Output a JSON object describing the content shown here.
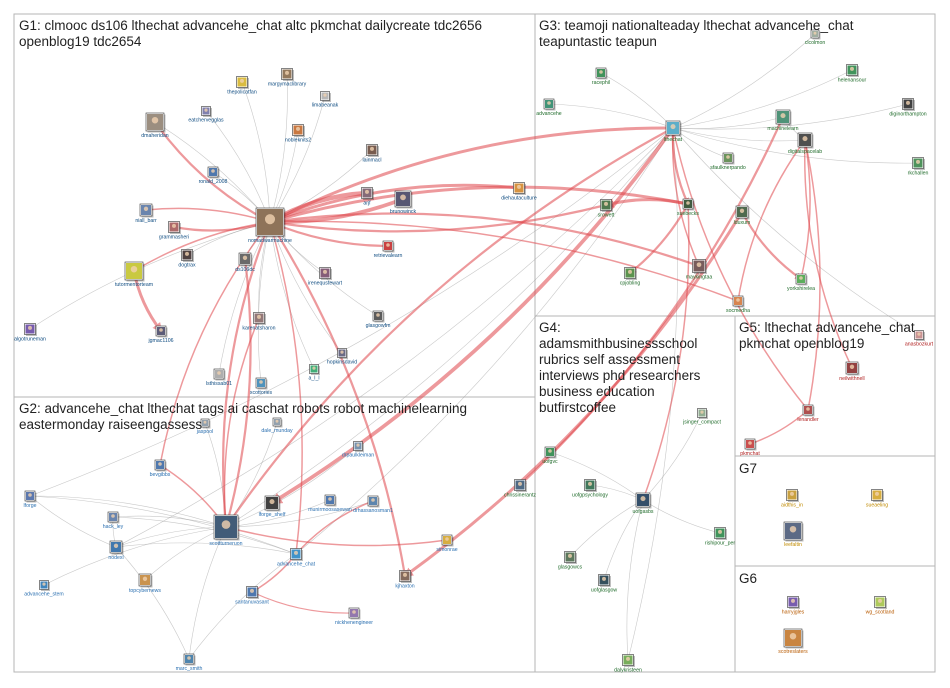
{
  "groups": [
    {
      "id": "G1",
      "lines": [
        "G1: clmooc ds106 lthechat advancehe_chat altc pkmchat dailycreate tdc2656",
        "openblog19 tdc2654"
      ],
      "label_color": "#0f4c81"
    },
    {
      "id": "G2",
      "lines": [
        "G2: advancehe_chat lthechat tags ai caschat robots robot machinelearning",
        "eastermonday raiseengassess"
      ],
      "label_color": "#2a6fb0"
    },
    {
      "id": "G3",
      "lines": [
        "G3: teamoji nationalteaday lthechat advancehe_chat",
        "teapuntastic teapun"
      ],
      "label_color": "#1f6b2a"
    },
    {
      "id": "G4",
      "lines": [
        "G4:",
        "adamsmithbusinessschool",
        "rubrics self assessment",
        "interviews phd researchers",
        "business education",
        "butfirstcoffee"
      ],
      "label_color": "#1f6b2a"
    },
    {
      "id": "G5",
      "lines": [
        "G5: lthechat advancehe_chat",
        "pkmchat openblog19"
      ],
      "label_color": "#b02020"
    },
    {
      "id": "G7",
      "lines": [
        "G7"
      ],
      "label_color": "#c08a00"
    },
    {
      "id": "G6",
      "lines": [
        "G6"
      ],
      "label_color": "#b85a00"
    }
  ],
  "nodes": [
    {
      "id": "nomadwarmachine",
      "label": "nomadwarmachine",
      "g": "G1",
      "icon": "avatar-icon",
      "color": "#7a5a3c"
    },
    {
      "id": "dmaheridan",
      "label": "dmaheridan",
      "g": "G1",
      "icon": "avatar-icon",
      "color": "#8a7a6a"
    },
    {
      "id": "thepolicatfan",
      "label": "thepolicatfan",
      "g": "G1",
      "icon": "avatar-icon",
      "color": "#d4b020"
    },
    {
      "id": "margymaclibrary",
      "label": "margymaclibrary",
      "g": "G1",
      "icon": "avatar-icon",
      "color": "#806040"
    },
    {
      "id": "limabeanak",
      "label": "limabeanak",
      "g": "G1",
      "icon": "avatar-icon",
      "color": "#aaaaaa"
    },
    {
      "id": "eatchervegglas",
      "label": "eatchervegglas",
      "g": "G1",
      "icon": "avatar-icon",
      "color": "#6a6aa0"
    },
    {
      "id": "nobleknits2",
      "label": "nobleknits2",
      "g": "G1",
      "icon": "avatar-icon",
      "color": "#c06020"
    },
    {
      "id": "ronald_2008",
      "label": "ronald_2008",
      "g": "G1",
      "icon": "avatar-icon",
      "color": "#3060a0"
    },
    {
      "id": "lainmacl",
      "label": "lainmacl",
      "g": "G1",
      "icon": "avatar-icon",
      "color": "#604030"
    },
    {
      "id": "niall_barr",
      "label": "niall_barr",
      "g": "G1",
      "icon": "avatar-icon",
      "color": "#5070a0"
    },
    {
      "id": "grammasheri",
      "label": "grammasheri",
      "g": "G1",
      "icon": "avatar-icon",
      "color": "#a05050"
    },
    {
      "id": "tutormentorteam",
      "label": "tutormentorteam",
      "g": "G1",
      "icon": "avatar-icon",
      "color": "#c0c020"
    },
    {
      "id": "dogtrax",
      "label": "dogtrax",
      "g": "G1",
      "icon": "avatar-icon",
      "color": "#302020"
    },
    {
      "id": "jgmac1106",
      "label": "jgmac1106",
      "g": "G1",
      "icon": "avatar-icon",
      "color": "#404060"
    },
    {
      "id": "algotruneman",
      "label": "algotruneman",
      "g": "G1",
      "icon": "avatar-icon",
      "color": "#6040a0"
    },
    {
      "id": "ds106dc",
      "label": "ds106dc",
      "g": "G1",
      "icon": "avatar-icon",
      "color": "#505050"
    },
    {
      "id": "karenatsharon",
      "label": "karenatsharon",
      "g": "G1",
      "icon": "avatar-icon",
      "color": "#806060"
    },
    {
      "id": "lsthissab01",
      "label": "lsthissab01",
      "g": "G1",
      "icon": "avatar-icon",
      "color": "#a0a0a0"
    },
    {
      "id": "xcottories",
      "label": "xcottories",
      "g": "G1",
      "icon": "avatar-icon",
      "color": "#3080b0"
    },
    {
      "id": "a_l_l",
      "label": "a_l_l",
      "g": "G1",
      "icon": "avatar-icon",
      "color": "#20a060"
    },
    {
      "id": "hopkinsdavid",
      "label": "hopkinsdavid",
      "g": "G1",
      "icon": "avatar-icon",
      "color": "#505070"
    },
    {
      "id": "glasgowfm",
      "label": "glasgowfm",
      "g": "G1",
      "icon": "avatar-icon",
      "color": "#404040"
    },
    {
      "id": "irenequstewart",
      "label": "irenequstewart",
      "g": "G1",
      "icon": "avatar-icon",
      "color": "#704060"
    },
    {
      "id": "retrievalearn",
      "label": "retrievalearn",
      "g": "G1",
      "icon": "avatar-icon",
      "color": "#c02020"
    },
    {
      "id": "brunowinck",
      "label": "brunowinck",
      "g": "G1",
      "icon": "avatar-icon",
      "color": "#3a3a5a"
    },
    {
      "id": "arjf",
      "label": "arjf",
      "g": "G1",
      "icon": "avatar-icon",
      "color": "#705060"
    },
    {
      "id": "diehautaculture",
      "label": "diehautaculture",
      "g": "G1",
      "icon": "avatar-icon",
      "color": "#d08020"
    },
    {
      "id": "bevgibbs",
      "label": "bevgibbs",
      "g": "G2",
      "icon": "avatar-icon",
      "color": "#3060a0"
    },
    {
      "id": "lforge",
      "label": "lforge",
      "g": "G2",
      "icon": "avatar-icon",
      "color": "#4060a0"
    },
    {
      "id": "hack_ley",
      "label": "hack_ley",
      "g": "G2",
      "icon": "avatar-icon",
      "color": "#5070a0"
    },
    {
      "id": "nodexl",
      "label": "nodexl",
      "g": "G2",
      "icon": "avatar-icon",
      "color": "#2060a0"
    },
    {
      "id": "advancehe_stem",
      "label": "advancehe_stem",
      "g": "G2",
      "icon": "avatar-icon",
      "color": "#2070b0"
    },
    {
      "id": "topcybernews",
      "label": "topcybernews",
      "g": "G2",
      "icon": "avatar-icon",
      "color": "#c08030"
    },
    {
      "id": "marc_smith",
      "label": "marc_smith",
      "g": "G2",
      "icon": "avatar-icon",
      "color": "#3070a0"
    },
    {
      "id": "scottturneruon",
      "label": "scottturneruon",
      "g": "G2",
      "icon": "avatar-icon",
      "color": "#204060"
    },
    {
      "id": "lforge_shelf",
      "label": "lforge_shelf",
      "g": "G2",
      "icon": "avatar-icon",
      "color": "#202020"
    },
    {
      "id": "munirmoosasewan",
      "label": "munirmoosasewan",
      "g": "G2",
      "icon": "avatar-icon",
      "color": "#3060a0"
    },
    {
      "id": "drhassanosman1",
      "label": "drhassanosman1",
      "g": "G2",
      "icon": "avatar-icon",
      "color": "#4070a0"
    },
    {
      "id": "advancehe_chat",
      "label": "advancehe_chat",
      "g": "G2",
      "icon": "avatar-icon",
      "color": "#2080c0"
    },
    {
      "id": "santanuvasant",
      "label": "santanuvasant",
      "g": "G2",
      "icon": "avatar-icon",
      "color": "#3060a0"
    },
    {
      "id": "simonrae",
      "label": "simonrae",
      "g": "G2",
      "icon": "avatar-icon",
      "color": "#d0a020"
    },
    {
      "id": "kjhaxton",
      "label": "kjhaxton",
      "g": "G2",
      "icon": "avatar-icon",
      "color": "#705040"
    },
    {
      "id": "nickhenengineer",
      "label": "nickhenengineer",
      "g": "G2",
      "icon": "avatar-icon",
      "color": "#8060a0"
    },
    {
      "id": "drpaulkleiman",
      "label": "drpaulkleiman",
      "g": "G2",
      "icon": "avatar-icon",
      "color": "#6080a0"
    },
    {
      "id": "dale_munday",
      "label": "dale_munday",
      "g": "G2",
      "icon": "avatar-icon",
      "color": "#8090a0"
    },
    {
      "id": "jaspool",
      "label": "jaspool",
      "g": "G2",
      "icon": "avatar-icon",
      "color": "#8090a0"
    },
    {
      "id": "racephi",
      "label": "racephil",
      "g": "G3",
      "icon": "avatar-icon",
      "color": "#208040"
    },
    {
      "id": "clcolmon",
      "label": "clcolmon",
      "g": "G3",
      "icon": "avatar-icon",
      "color": "#90a090"
    },
    {
      "id": "helenansour",
      "label": "helenansour",
      "g": "G3",
      "icon": "avatar-icon",
      "color": "#208040"
    },
    {
      "id": "advancehe",
      "label": "advancehe",
      "g": "G3",
      "icon": "avatar-icon",
      "color": "#208060"
    },
    {
      "id": "lthechat",
      "label": "lthechat",
      "g": "G3",
      "icon": "avatar-icon",
      "color": "#40a0c0"
    },
    {
      "id": "machinelearn",
      "label": "machinelearn",
      "g": "G3",
      "icon": "avatar-icon",
      "color": "#308060"
    },
    {
      "id": "digitalspacelab",
      "label": "digitalspacelab",
      "g": "G3",
      "icon": "avatar-icon",
      "color": "#303030"
    },
    {
      "id": "diginorthampton",
      "label": "diginorthampton",
      "g": "G3",
      "icon": "avatar-icon",
      "color": "#202020"
    },
    {
      "id": "rkchallen",
      "label": "rkchallen",
      "g": "G3",
      "icon": "avatar-icon",
      "color": "#308040"
    },
    {
      "id": "sfaulknerpando",
      "label": "sfaulknerpando",
      "g": "G3",
      "icon": "avatar-icon",
      "color": "#508040"
    },
    {
      "id": "srowett",
      "label": "srowett",
      "g": "G3",
      "icon": "avatar-icon",
      "color": "#306030"
    },
    {
      "id": "suebecks",
      "label": "suebecks",
      "g": "G3",
      "icon": "avatar-icon",
      "color": "#204020"
    },
    {
      "id": "lduxum",
      "label": "lduxum",
      "g": "G3",
      "icon": "avatar-icon",
      "color": "#305030"
    },
    {
      "id": "cpjobling",
      "label": "cpjobling",
      "g": "G3",
      "icon": "avatar-icon",
      "color": "#408030"
    },
    {
      "id": "maykingtaa",
      "label": "maykingtaa",
      "g": "G3",
      "icon": "avatar-icon",
      "color": "#604040"
    },
    {
      "id": "yorkshirelea",
      "label": "yorkshirelea",
      "g": "G3",
      "icon": "avatar-icon",
      "color": "#40a040"
    },
    {
      "id": "socmedha",
      "label": "socmedha",
      "g": "G3",
      "icon": "avatar-icon",
      "color": "#d07030"
    },
    {
      "id": "jsinger_compact",
      "label": "jsinger_compact",
      "g": "G4",
      "icon": "avatar-icon",
      "color": "#80a080"
    },
    {
      "id": "uofgvc",
      "label": "uofgvc",
      "g": "G4",
      "icon": "avatar-icon",
      "color": "#208040"
    },
    {
      "id": "chrissinerantz",
      "label": "chrissinerantz",
      "g": "G4",
      "icon": "avatar-icon",
      "color": "#305070"
    },
    {
      "id": "uofgpsychology",
      "label": "uofgpsychology",
      "g": "G4",
      "icon": "avatar-icon",
      "color": "#206040"
    },
    {
      "id": "uofgasbs",
      "label": "uofgasbs",
      "g": "G4",
      "icon": "avatar-icon",
      "color": "#103050"
    },
    {
      "id": "glasgowcs",
      "label": "glasgowcs",
      "g": "G4",
      "icon": "avatar-icon",
      "color": "#406040"
    },
    {
      "id": "uofglasgow",
      "label": "uofglasgow",
      "g": "G4",
      "icon": "avatar-icon",
      "color": "#103040"
    },
    {
      "id": "rishipour_per",
      "label": "rishipour_per",
      "g": "G4",
      "icon": "avatar-icon",
      "color": "#208040"
    },
    {
      "id": "dalykristeen",
      "label": "dalykristeen",
      "g": "G4",
      "icon": "avatar-icon",
      "color": "#60a040"
    },
    {
      "id": "neilwithnell",
      "label": "neilwithnell",
      "g": "G5",
      "icon": "avatar-icon",
      "color": "#802020"
    },
    {
      "id": "anasbozkurt",
      "label": "anasbozkurt",
      "g": "G5",
      "icon": "avatar-icon",
      "color": "#c08080"
    },
    {
      "id": "lenandler",
      "label": "lenandler",
      "g": "G5",
      "icon": "avatar-icon",
      "color": "#a03030"
    },
    {
      "id": "pkmchat",
      "label": "pkmchat",
      "g": "G5",
      "icon": "avatar-icon",
      "color": "#c03030"
    },
    {
      "id": "aidthis_in",
      "label": "aidthis_in",
      "g": "G7",
      "icon": "avatar-icon",
      "color": "#c09020"
    },
    {
      "id": "leefaltin",
      "label": "leefaltin",
      "g": "G7",
      "icon": "avatar-icon",
      "color": "#405070"
    },
    {
      "id": "sueaeling",
      "label": "sueaeling",
      "g": "G7",
      "icon": "avatar-icon",
      "color": "#d0a020"
    },
    {
      "id": "harryjgles",
      "label": "harryjgles",
      "g": "G6",
      "icon": "avatar-icon",
      "color": "#6040a0"
    },
    {
      "id": "wg_scotland",
      "label": "wg_scotland",
      "g": "G6",
      "icon": "avatar-icon",
      "color": "#a0c040"
    },
    {
      "id": "scotreslaters",
      "label": "scotreslaters",
      "g": "G6",
      "icon": "avatar-icon",
      "color": "#c07020"
    }
  ],
  "edges_red": [
    [
      "arjf",
      "nomadwarmachine",
      6
    ],
    [
      "brunowinck",
      "nomadwarmachine",
      5
    ],
    [
      "diehautaculture",
      "nomadwarmachine",
      4
    ],
    [
      "retrievalearn",
      "nomadwarmachine",
      3
    ],
    [
      "dmaheridan",
      "nomadwarmachine",
      3
    ],
    [
      "niall_barr",
      "nomadwarmachine",
      2
    ],
    [
      "grammasheri",
      "nomadwarmachine",
      3
    ],
    [
      "tutormentorteam",
      "nomadwarmachine",
      2
    ],
    [
      "tutormentorteam",
      "jgmac1106",
      4
    ],
    [
      "ds106dc",
      "scottturneruon",
      3
    ],
    [
      "nomadwarmachine",
      "scottturneruon",
      3
    ],
    [
      "nomadwarmachine",
      "advancehe_chat",
      2
    ],
    [
      "lthechat",
      "nomadwarmachine",
      4
    ],
    [
      "lthechat",
      "lforge_shelf",
      5
    ],
    [
      "lthechat",
      "scottturneruon",
      3
    ],
    [
      "srowett",
      "nomadwarmachine",
      3
    ],
    [
      "suebecks",
      "nomadwarmachine",
      4
    ],
    [
      "lduxum",
      "kjhaxton",
      4
    ],
    [
      "maykingtaa",
      "nomadwarmachine",
      3
    ],
    [
      "digitalspacelab",
      "yorkshirelea",
      2
    ],
    [
      "digitalspacelab",
      "neilwithnell",
      2
    ],
    [
      "digitalspacelab",
      "lenandler",
      2
    ],
    [
      "digitalspacelab",
      "socmedha",
      2
    ],
    [
      "machinelearn",
      "chrissinerantz",
      3
    ],
    [
      "suebecks",
      "srowett",
      4
    ],
    [
      "suebecks",
      "cpjobling",
      3
    ],
    [
      "lthechat",
      "lenandler",
      2
    ],
    [
      "lenandler",
      "pkmchat",
      2
    ],
    [
      "lduxum",
      "yorkshirelea",
      3
    ],
    [
      "advancehe_chat",
      "santanuvasant",
      2
    ],
    [
      "drhassanosman1",
      "advancehe_chat",
      2
    ],
    [
      "nomadwarmachine",
      "kjhaxton",
      3
    ],
    [
      "karenatsharon",
      "scottturneruon",
      2
    ],
    [
      "bevgibbs",
      "scottturneruon",
      2
    ],
    [
      "nomadwarmachine",
      "bevgibbs",
      2
    ],
    [
      "suebecks",
      "uofgasbs",
      2
    ],
    [
      "lthechat",
      "suebecks",
      3
    ],
    [
      "simonrae",
      "scottturneruon",
      2
    ],
    [
      "santanuvasant",
      "nickhenengineer",
      1.5
    ],
    [
      "nomadwarmachine",
      "socmedha",
      2
    ],
    [
      "lthechat",
      "maykingtaa",
      2
    ]
  ],
  "edges_light": [
    [
      "nomadwarmachine",
      "dmaheridan"
    ],
    [
      "nomadwarmachine",
      "thepolicatfan"
    ],
    [
      "nomadwarmachine",
      "margymaclibrary"
    ],
    [
      "nomadwarmachine",
      "limabeanak"
    ],
    [
      "nomadwarmachine",
      "eatchervegglas"
    ],
    [
      "nomadwarmachine",
      "nobleknits2"
    ],
    [
      "nomadwarmachine",
      "ronald_2008"
    ],
    [
      "nomadwarmachine",
      "lainmacl"
    ],
    [
      "nomadwarmachine",
      "dogtrax"
    ],
    [
      "nomadwarmachine",
      "algotruneman"
    ],
    [
      "nomadwarmachine",
      "ds106dc"
    ],
    [
      "nomadwarmachine",
      "karenatsharon"
    ],
    [
      "nomadwarmachine",
      "lsthissab01"
    ],
    [
      "nomadwarmachine",
      "xcottories"
    ],
    [
      "nomadwarmachine",
      "a_l_l"
    ],
    [
      "nomadwarmachine",
      "hopkinsdavid"
    ],
    [
      "nomadwarmachine",
      "glasgowfm"
    ],
    [
      "nomadwarmachine",
      "irenequstewart"
    ],
    [
      "scottturneruon",
      "lforge"
    ],
    [
      "scottturneruon",
      "hack_ley"
    ],
    [
      "scottturneruon",
      "nodexl"
    ],
    [
      "scottturneruon",
      "advancehe_stem"
    ],
    [
      "scottturneruon",
      "topcybernews"
    ],
    [
      "scottturneruon",
      "marc_smith"
    ],
    [
      "scottturneruon",
      "munirmoosasewan"
    ],
    [
      "scottturneruon",
      "drhassanosman1"
    ],
    [
      "scottturneruon",
      "drpaulkleiman"
    ],
    [
      "scottturneruon",
      "dale_munday"
    ],
    [
      "scottturneruon",
      "jaspool"
    ],
    [
      "lthechat",
      "racephi"
    ],
    [
      "lthechat",
      "clcolmon"
    ],
    [
      "lthechat",
      "helenansour"
    ],
    [
      "lthechat",
      "advancehe"
    ],
    [
      "lthechat",
      "machinelearn"
    ],
    [
      "lthechat",
      "digitalspacelab"
    ],
    [
      "lthechat",
      "diginorthampton"
    ],
    [
      "lthechat",
      "rkchallen"
    ],
    [
      "lthechat",
      "sfaulknerpando"
    ],
    [
      "machinelearn",
      "digitalspacelab"
    ],
    [
      "uofgasbs",
      "uofglasgow"
    ],
    [
      "uofgasbs",
      "uofgpsychology"
    ],
    [
      "uofgasbs",
      "glasgowcs"
    ],
    [
      "uofgasbs",
      "rishipour_per"
    ],
    [
      "uofgasbs",
      "dalykristeen"
    ],
    [
      "uofgasbs",
      "uofgvc"
    ],
    [
      "uofgasbs",
      "jsinger_compact"
    ],
    [
      "lthechat",
      "anasbozkurt"
    ],
    [
      "advancehe_chat",
      "lforge"
    ],
    [
      "advancehe_chat",
      "nodexl"
    ],
    [
      "advancehe_chat",
      "hack_ley"
    ],
    [
      "advancehe_chat",
      "marc_smith"
    ],
    [
      "lforge",
      "nodexl"
    ],
    [
      "hack_ley",
      "nodexl"
    ],
    [
      "marc_smith",
      "nodexl"
    ],
    [
      "dalykristeen",
      "lthechat"
    ],
    [
      "scottturneruon",
      "lthechat"
    ],
    [
      "advancehe_chat",
      "lthechat"
    ],
    [
      "lforge",
      "lthechat"
    ],
    [
      "nodexl",
      "lthechat"
    ]
  ]
}
